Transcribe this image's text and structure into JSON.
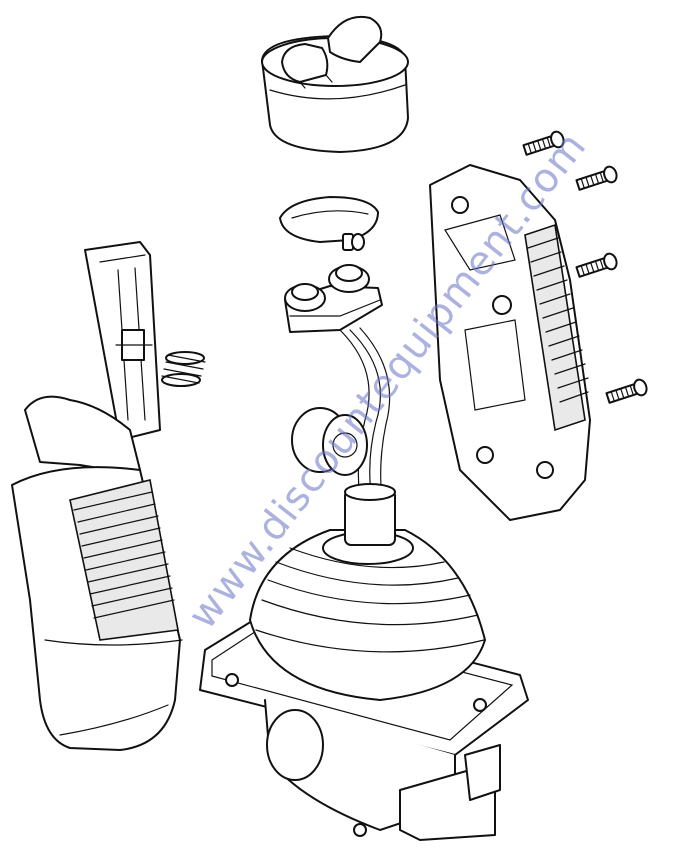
{
  "watermark": {
    "text": "www.discountequipment.com",
    "color": "#6a74c8"
  },
  "parts": [
    {
      "name": "thumb-switch-cap",
      "icon": "rocker-cap-icon"
    },
    {
      "name": "button-boot",
      "icon": "rubber-boot-icon"
    },
    {
      "name": "dual-switch-block",
      "icon": "switch-block-icon"
    },
    {
      "name": "trigger-lever",
      "icon": "trigger-icon"
    },
    {
      "name": "compression-spring",
      "icon": "spring-icon"
    },
    {
      "name": "grip-left-half",
      "icon": "grip-shell-icon"
    },
    {
      "name": "grip-right-half",
      "icon": "grip-shell-icon"
    },
    {
      "name": "screws",
      "icon": "screw-icon"
    },
    {
      "name": "rotary-sensor",
      "icon": "sensor-icon"
    },
    {
      "name": "joystick-base-with-bellows",
      "icon": "joystick-base-icon"
    }
  ]
}
